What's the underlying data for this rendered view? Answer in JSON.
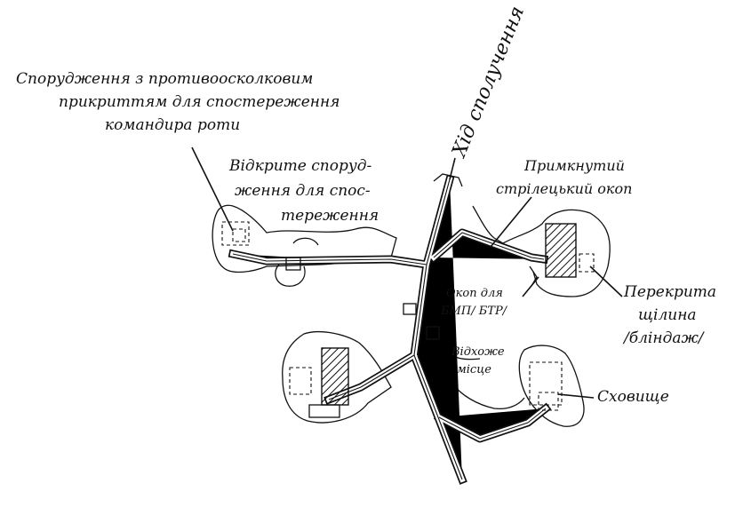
{
  "labels": {
    "command_post": [
      "Спорудження з противоосколковим",
      "прикриттям для спостереження",
      "командира роти"
    ],
    "open_post": [
      "Відкрите споруд-",
      "ження для спос-",
      "тереження"
    ],
    "communication_trench": "Хід сполучення",
    "rifle_trench": [
      "Примкнутий",
      "стрілецький окоп"
    ],
    "bmp_trench": [
      "Окоп для",
      "БМП/ БТР/"
    ],
    "covered_slit": [
      "Перекрита",
      "щілина",
      "/бліндаж/"
    ],
    "latrine": [
      "Відхоже",
      "місце"
    ],
    "shelter": "Сховище"
  }
}
